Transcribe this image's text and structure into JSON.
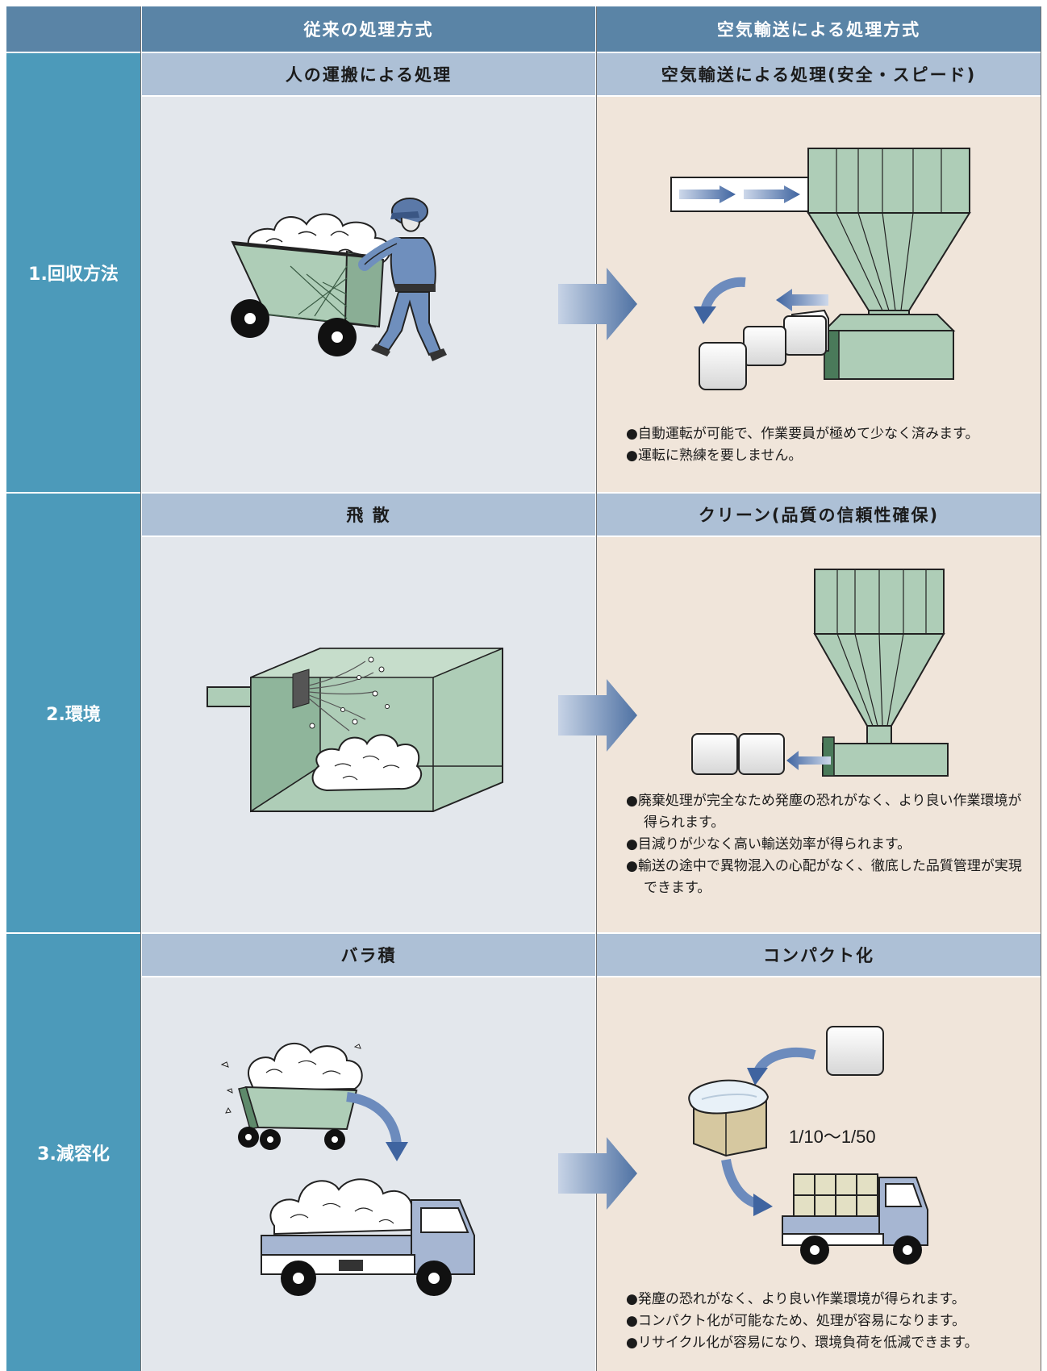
{
  "header": {
    "col_left": "従来の処理方式",
    "col_right": "空気輸送による処理方式"
  },
  "rows": [
    {
      "label": "1.回収方法",
      "left_title": "人の運搬による処理",
      "right_title": "空気輸送による処理(安全・スピード)",
      "bullets": [
        "●自動運転が可能で、作業要員が極めて少なく済みます。",
        "●運転に熟練を要しません。"
      ]
    },
    {
      "label": "2.環境",
      "left_title": "飛 散",
      "right_title": "クリーン(品質の信頼性確保)",
      "bullets": [
        "●廃棄処理が完全なため発塵の恐れがなく、より良い作業環境が得られます。",
        "●目減りが少なく高い輸送効率が得られます。",
        "●輸送の途中で異物混入の心配がなく、徹底した品質管理が実現できます。"
      ]
    },
    {
      "label": "3.減容化",
      "left_title": "バラ積",
      "right_title": "コンパクト化",
      "ratio": "1/10〜1/50",
      "bullets": [
        "●発塵の恐れがなく、より良い作業環境が得られます。",
        "●コンパクト化が可能なため、処理が容易になります。",
        "●リサイクル化が容易になり、環境負荷を低減できます。"
      ]
    }
  ],
  "colors": {
    "header_blue": "#5a84a6",
    "label_teal": "#4c9aba",
    "subheader": "#adc0d6",
    "left_bg": "#e3e7ec",
    "right_bg": "#f0e5da",
    "green": "#aecdb7",
    "arrow_blue": "#4f72a3"
  },
  "icons": [
    "cart-worker-illustration",
    "hopper-compressor-illustration",
    "flow-arrow-icon",
    "scatter-box-illustration",
    "compact-truck-illustration",
    "bulk-truck-illustration"
  ]
}
